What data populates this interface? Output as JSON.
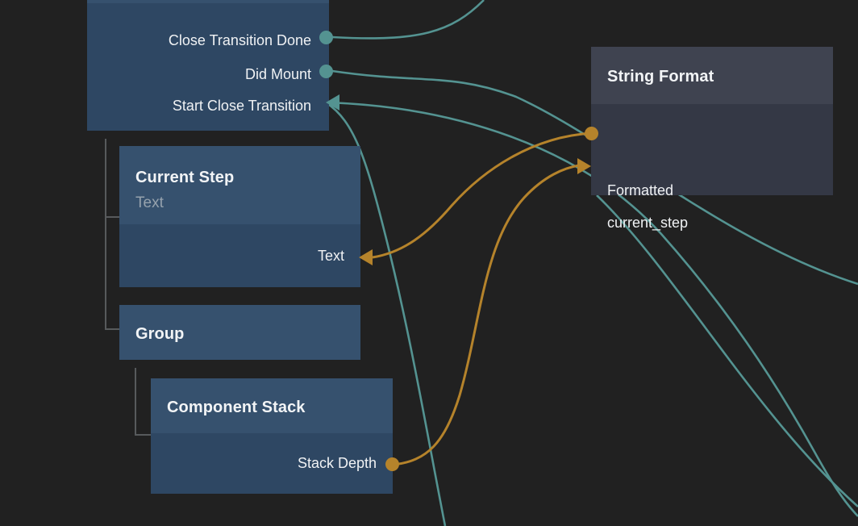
{
  "theme": {
    "background": "#212121",
    "node_header": "#36516e",
    "node_body": "#2e4763",
    "node_header_alt": "#3f4350",
    "node_body_alt": "#343845",
    "exec_port_color": "#549391",
    "data_port_color": "#b5832b",
    "title_color": "#f2f4f6",
    "subtitle_color": "#96a2ad",
    "tree_line_color": "#575a5c"
  },
  "nodes": [
    {
      "id": "event-node",
      "title": "",
      "subtitle": "",
      "ports": [
        {
          "name": "Close Transition Done",
          "kind": "output",
          "shape": "dot",
          "color": "exec"
        },
        {
          "name": "Did Mount",
          "kind": "output",
          "shape": "dot",
          "color": "exec"
        },
        {
          "name": "Start Close Transition",
          "kind": "input",
          "shape": "arrow",
          "color": "exec"
        }
      ]
    },
    {
      "id": "current-step-node",
      "title": "Current Step",
      "subtitle": "Text",
      "ports": [
        {
          "name": "Text",
          "kind": "input",
          "shape": "arrow",
          "color": "data"
        }
      ]
    },
    {
      "id": "group-node",
      "title": "Group",
      "subtitle": "",
      "ports": []
    },
    {
      "id": "component-stack-node",
      "title": "Component Stack",
      "subtitle": "",
      "ports": [
        {
          "name": "Stack Depth",
          "kind": "output",
          "shape": "dot",
          "color": "data"
        }
      ]
    },
    {
      "id": "string-format-node",
      "title": "String Format",
      "subtitle": "",
      "ports": [
        {
          "name": "Formatted",
          "kind": "output",
          "shape": "dot",
          "color": "data"
        },
        {
          "name": "current_step",
          "kind": "input",
          "shape": "arrow",
          "color": "data"
        }
      ]
    }
  ],
  "labels": {
    "close_transition_done": "Close Transition Done",
    "did_mount": "Did Mount",
    "start_close_transition": "Start Close Transition",
    "current_step_title": "Current Step",
    "current_step_subtitle": "Text",
    "current_step_port_text": "Text",
    "group_title": "Group",
    "component_stack_title": "Component Stack",
    "stack_depth": "Stack Depth",
    "string_format_title": "String Format",
    "formatted": "Formatted",
    "current_step_var": "current_step"
  }
}
